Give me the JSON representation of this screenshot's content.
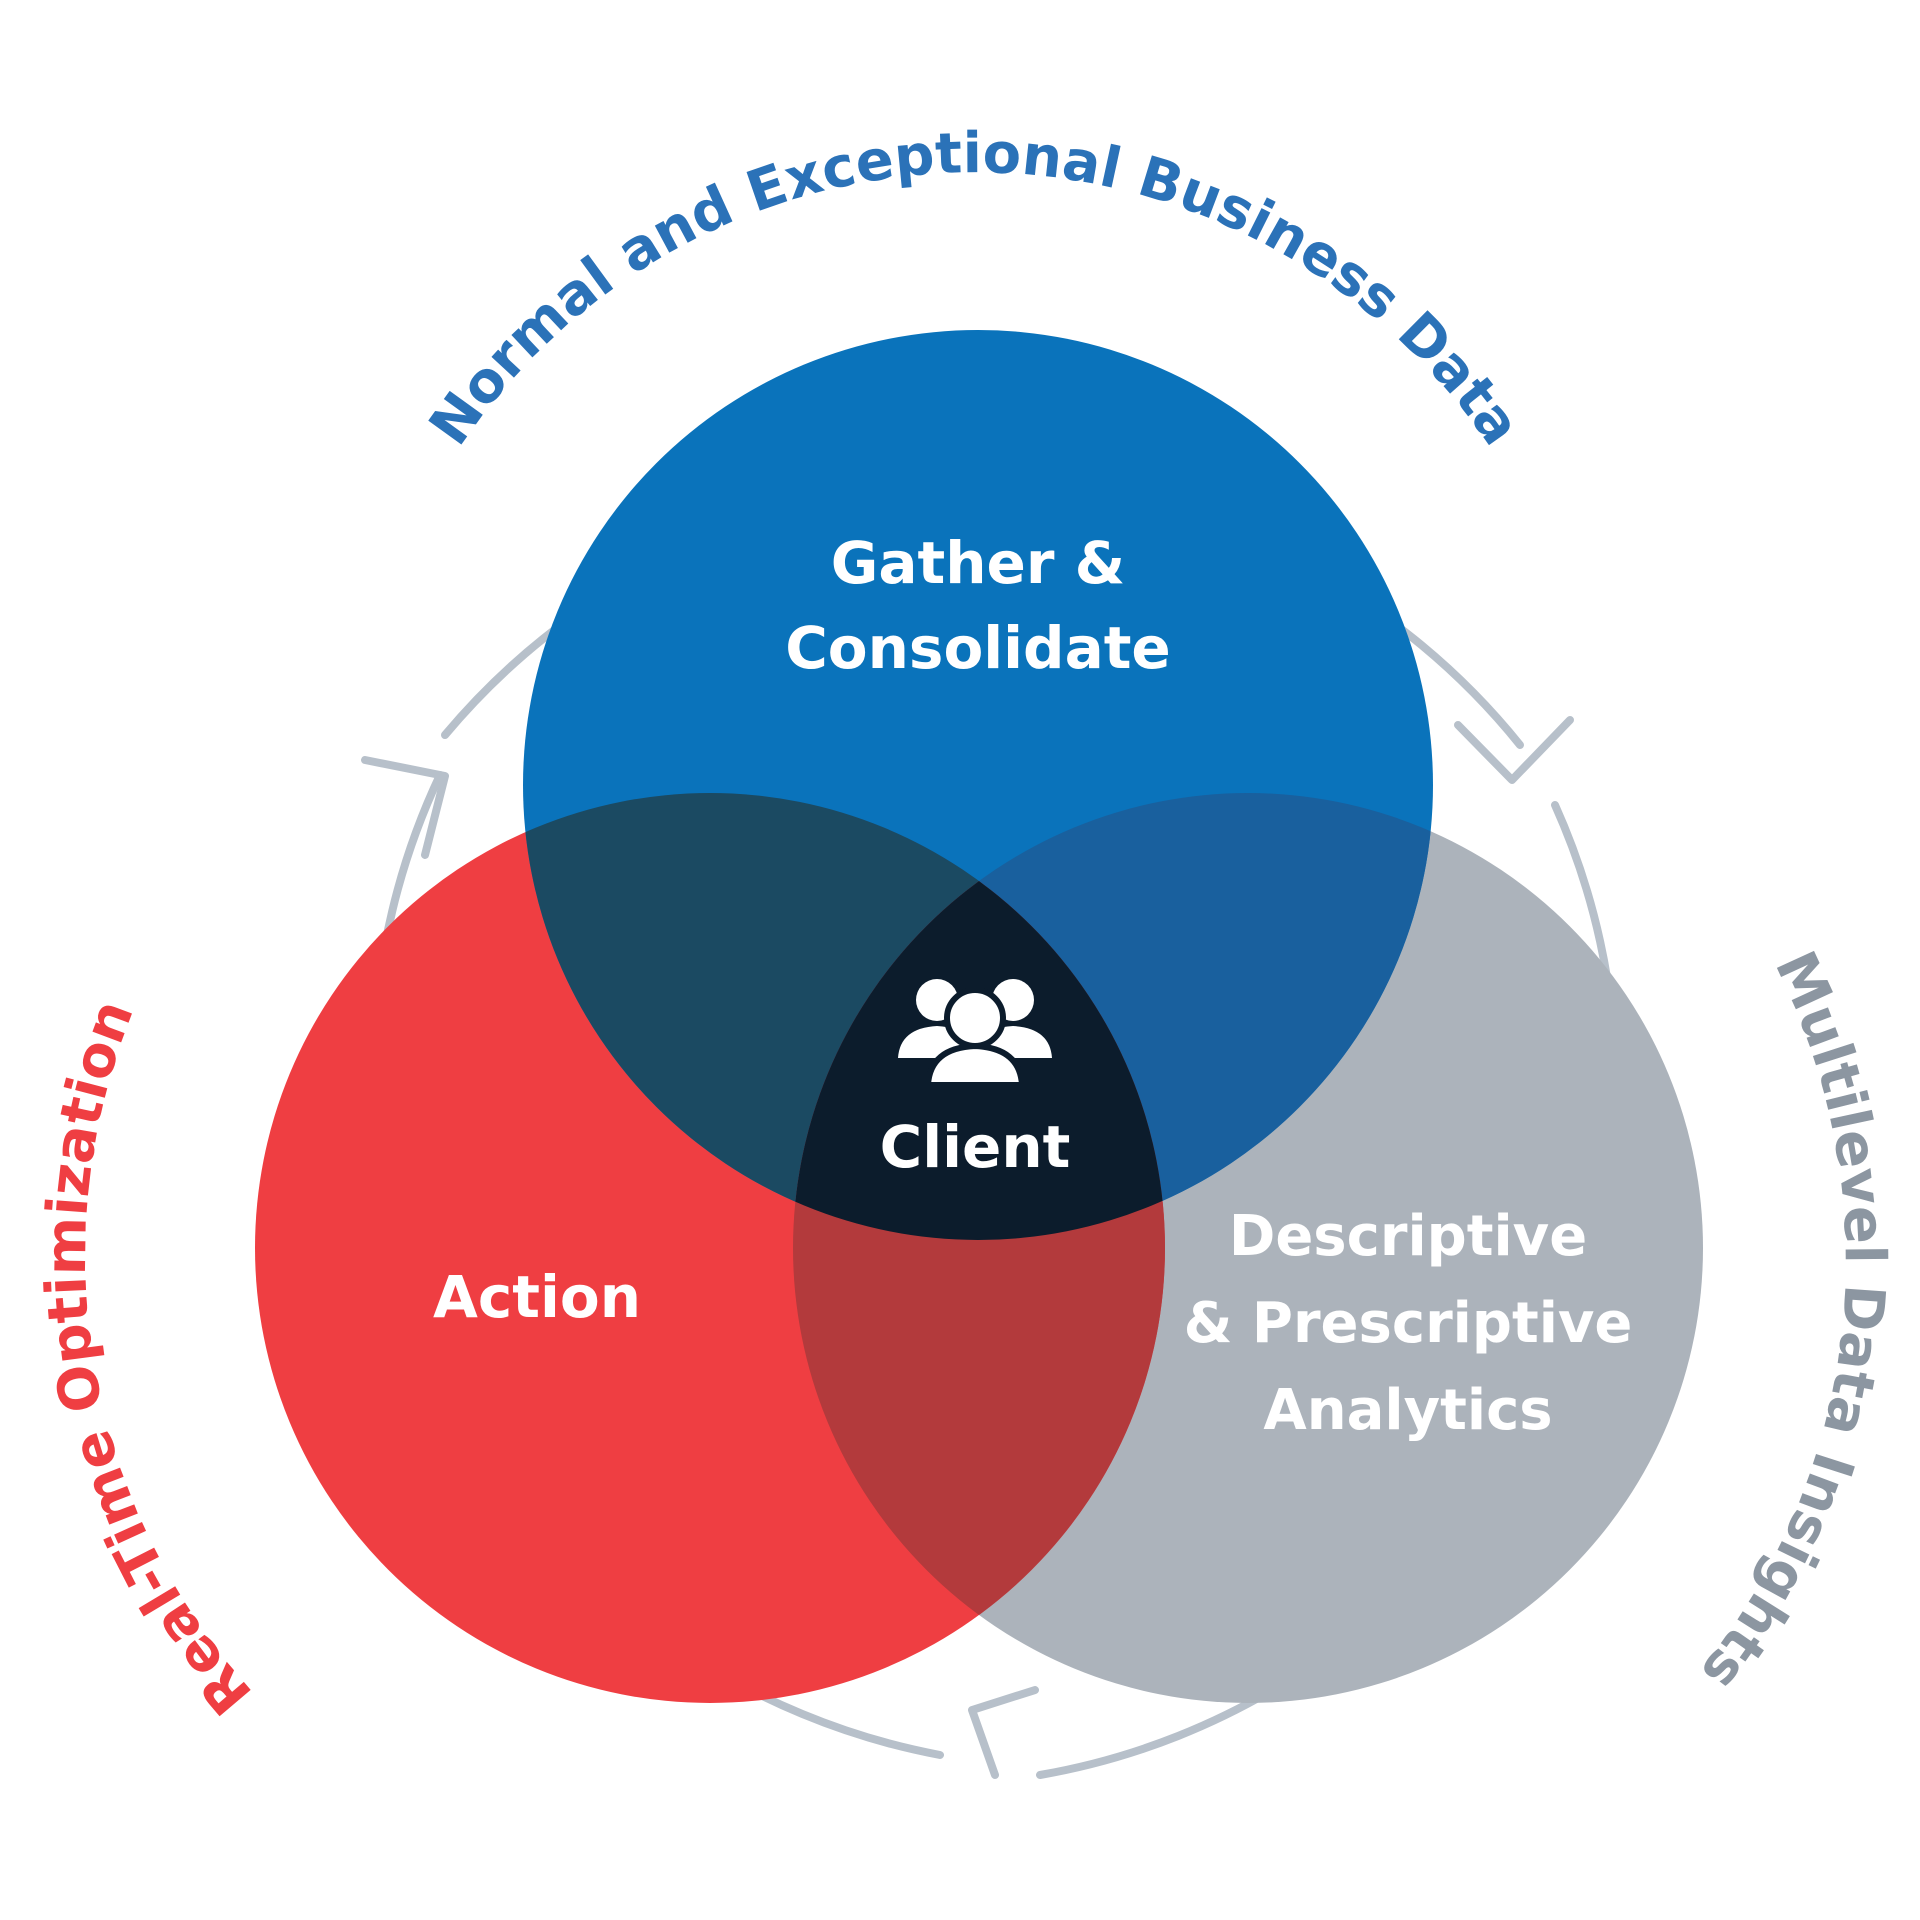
{
  "diagram": {
    "circles": {
      "top": {
        "label_line1": "Gather &",
        "label_line2": "Consolidate",
        "color": "#0a73bb"
      },
      "left": {
        "label": "Action",
        "color": "#ef3e42"
      },
      "right": {
        "label_line1": "Descriptive",
        "label_line2": "& Prescriptive",
        "label_line3": "Analytics",
        "color": "#acb3bb"
      }
    },
    "overlaps": {
      "top_left": "#1b4a62",
      "top_right": "#19609e",
      "left_right": "#b33a3c",
      "center": "#0c1c2c"
    },
    "center": {
      "label": "Client",
      "icon": "group-of-people-icon"
    },
    "cycle": {
      "top_label": "Normal and Exceptional Business Data",
      "right_label": "Multilevel Data Insights",
      "left_label": "Real-Time Optimization",
      "top_label_color": "#2b72b8",
      "right_label_color": "#8c96a1",
      "left_label_color": "#ef3e42",
      "arc_color": "#b7c0ca"
    }
  }
}
